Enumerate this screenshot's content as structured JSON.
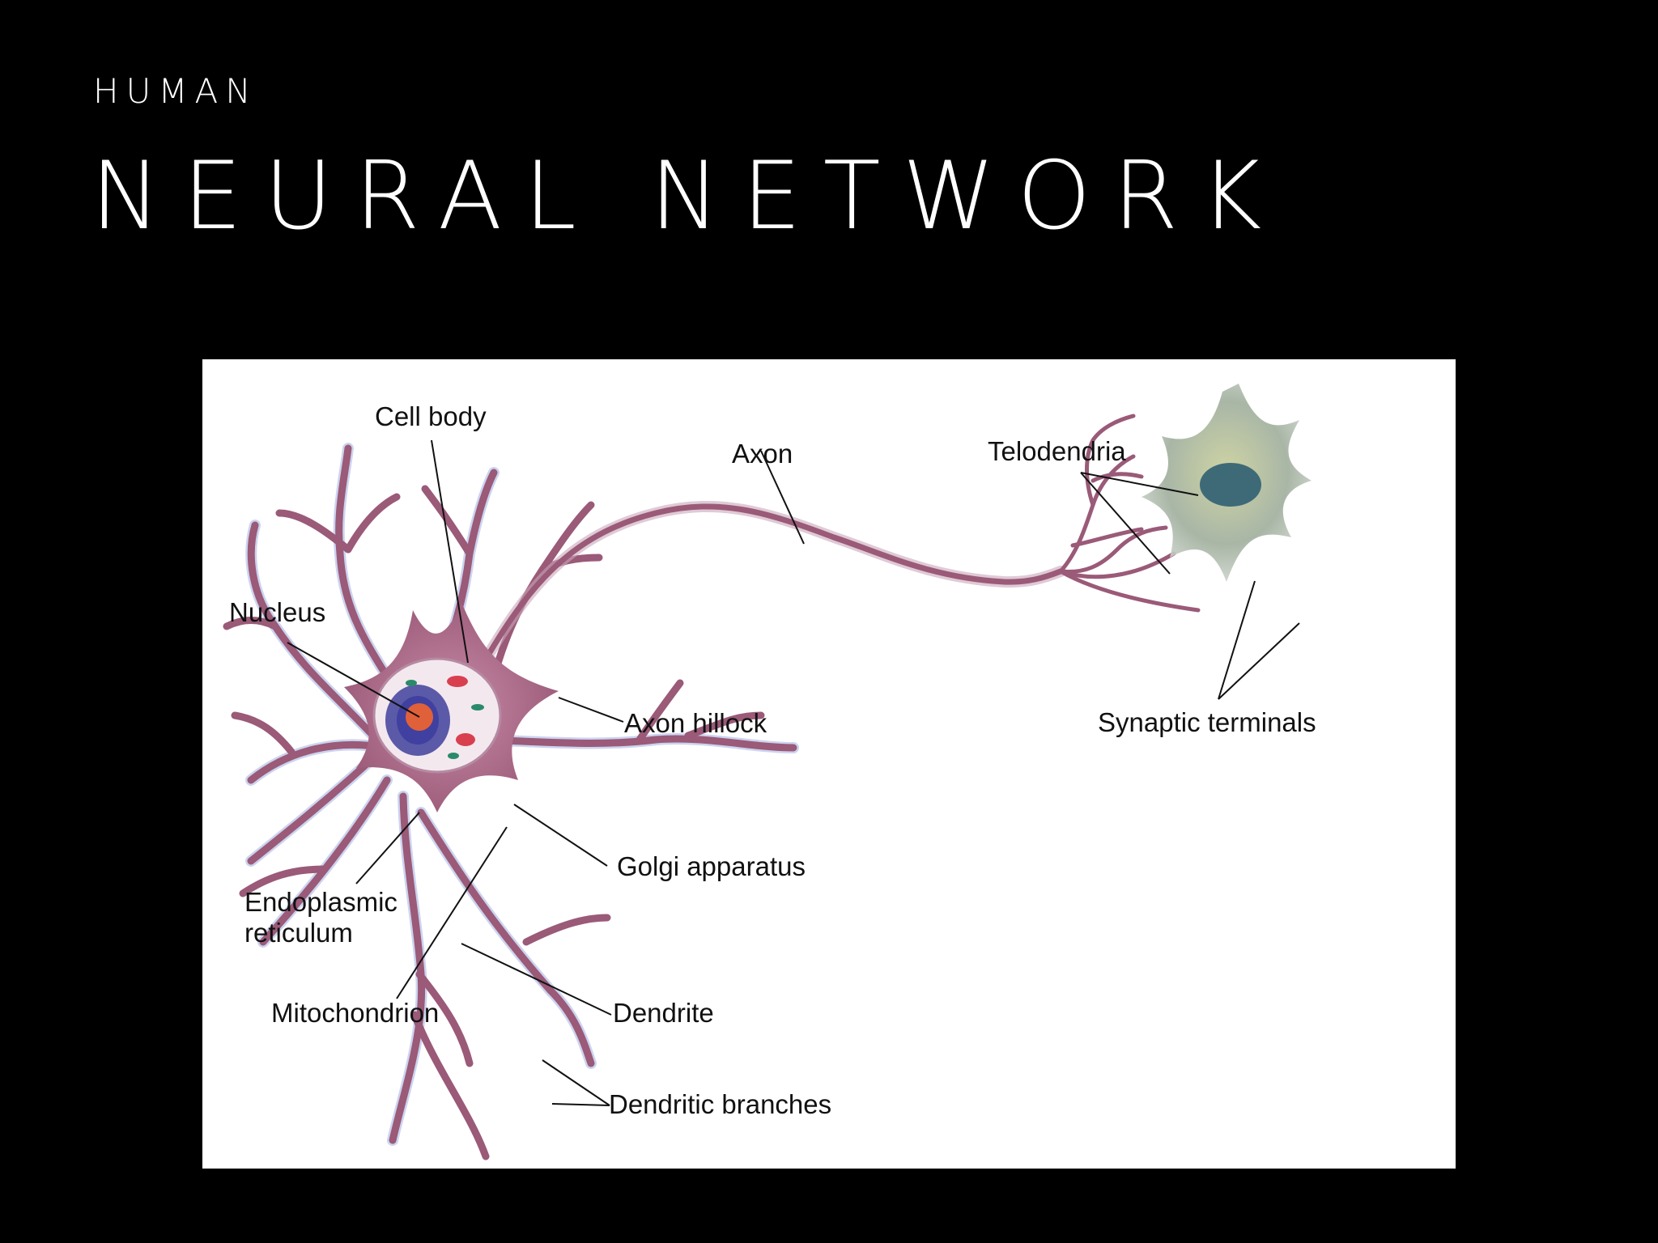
{
  "slide": {
    "eyebrow": "HUMAN",
    "title": "NEURAL NETWORK"
  },
  "diagram": {
    "labels": {
      "cell_body": "Cell body",
      "axon": "Axon",
      "telodendria": "Telodendria",
      "nucleus": "Nucleus",
      "axon_hillock": "Axon hillock",
      "synaptic_terminals": "Synaptic terminals",
      "golgi_apparatus": "Golgi apparatus",
      "endoplasmic_reticulum": "Endoplasmic reticulum",
      "mitochondrion": "Mitochondrion",
      "dendrite": "Dendrite",
      "dendritic_branches": "Dendritic branches"
    },
    "colors": {
      "neuron_membrane": "#9a5a78",
      "dendrite_edge": "#8a9ad0",
      "nucleus": "#e0603a",
      "target_cell": "#a8b49a",
      "target_nucleus": "#3e6a78"
    }
  }
}
